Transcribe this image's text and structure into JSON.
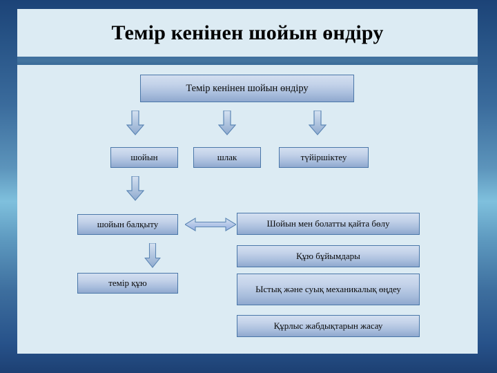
{
  "slide": {
    "title": "Темір кенінен шойын өндіру",
    "colors": {
      "background_top": "#1c4377",
      "background_mid": "#7fc0dd",
      "panel": "#dcebf3",
      "node_fill_light": "#d3dff0",
      "node_fill_dark": "#8fa8ce",
      "node_border": "#4976a8",
      "arrow_outline": "#5c86b4"
    }
  },
  "diagram": {
    "root": {
      "label": "Темір кенінен шойын өндіру"
    },
    "row2": [
      {
        "label": "шойын"
      },
      {
        "label": "шлак"
      },
      {
        "label": "түйіршіктеу"
      }
    ],
    "left_column": [
      {
        "label": "шойын балқыту"
      },
      {
        "label": "темір құю"
      }
    ],
    "right_column": [
      {
        "label": "Шойын мен болатты қайта бөлу"
      },
      {
        "label": "Құю бұйымдары"
      },
      {
        "label": "Ыстық және суық  механикалық өңдеу"
      },
      {
        "label": "Құрлыс жабдықтарын жасау"
      }
    ],
    "arrows": {
      "down_icon": "arrow-down-icon",
      "double_icon": "arrow-left-right-icon"
    }
  }
}
